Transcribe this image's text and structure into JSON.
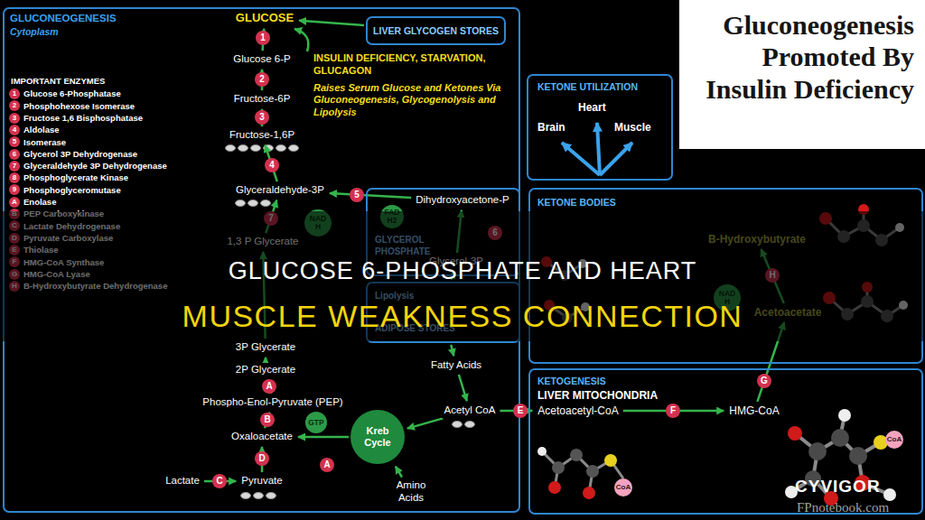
{
  "diagram": {
    "nodes": [
      {
        "text": [
          "GLUCONEOGENESIS",
          "Cytoplasm"
        ]
      },
      {
        "text": [
          "GLUCOSE"
        ],
        "in": 0
      },
      {
        "text": [
          "LIVER GLYCOGEN STORES"
        ],
        "in": 0
      },
      {
        "text": [
          "Glucose 6-P"
        ],
        "in": 0
      },
      {
        "text": [
          "Fructose-6P"
        ],
        "in": 0
      },
      {
        "text": [
          "Fructose-1,6P"
        ],
        "in": 0
      },
      {
        "text": [
          "Glyceraldehyde-3P"
        ],
        "in": 0
      },
      {
        "text": [
          "1,3 P Glycerate"
        ],
        "in": 0
      },
      {
        "text": [
          "3P Glycerate"
        ],
        "in": 0
      },
      {
        "text": [
          "2P Glycerate"
        ],
        "in": 0
      },
      {
        "text": [
          "Phospho-Enol-Pyruvate (PEP)"
        ],
        "in": 0
      },
      {
        "text": [
          "Oxaloacetate"
        ],
        "in": 0
      },
      {
        "text": [
          "Pyruvate"
        ],
        "in": 0
      },
      {
        "text": [
          "Lactate"
        ],
        "in": 0
      },
      {
        "text": [
          "NAD H"
        ],
        "in": 0
      },
      {
        "text": [
          "GTP"
        ],
        "in": 0
      },
      {
        "text": [
          "Kreb Cycle"
        ],
        "in": 0
      },
      {
        "text": [
          "Acetyl CoA"
        ],
        "in": 0
      },
      {
        "text": [
          "Amino Acids"
        ],
        "in": 0
      },
      {
        "text": [
          "Fatty Acids"
        ],
        "in": 0
      },
      {
        "text": [
          "GLYCEROL PHOSPHATE"
        ],
        "in": 0
      },
      {
        "text": [
          "Dihydroxyacetone-P"
        ],
        "in": 20
      },
      {
        "text": [
          "FAD H2"
        ],
        "in": 20
      },
      {
        "text": [
          "Glycerol-3P"
        ],
        "in": 20
      },
      {
        "text": [
          "Lipolysis",
          "ADIPOSE STORES"
        ],
        "in": 0
      },
      {
        "text": [
          "1"
        ],
        "in": 0
      },
      {
        "text": [
          "2"
        ],
        "in": 0
      },
      {
        "text": [
          "3"
        ],
        "in": 0
      },
      {
        "text": [
          "4"
        ],
        "in": 0
      },
      {
        "text": [
          "5"
        ],
        "in": 0
      },
      {
        "text": [
          "7"
        ],
        "in": 0
      },
      {
        "text": [
          "6"
        ],
        "in": 20
      },
      {
        "text": [
          "A"
        ],
        "in": 0
      },
      {
        "text": [
          "B"
        ],
        "in": 0
      },
      {
        "text": [
          "D"
        ],
        "in": 0
      },
      {
        "text": [
          "C"
        ],
        "in": 0
      },
      {
        "text": [
          "A"
        ],
        "in": 0
      },
      {
        "text": [
          "1"
        ],
        "in": 0
      },
      {
        "text": [
          "2"
        ],
        "in": 0
      },
      {
        "text": [
          "3"
        ],
        "in": 0
      },
      {
        "text": [
          "4"
        ],
        "in": 0
      },
      {
        "text": [
          "5"
        ],
        "in": 0
      },
      {
        "text": [
          "6"
        ],
        "in": 0
      },
      {
        "text": [
          "7"
        ],
        "in": 0
      },
      {
        "text": [
          "8"
        ],
        "in": 0
      },
      {
        "text": [
          "9"
        ],
        "in": 0
      },
      {
        "text": [
          "A"
        ],
        "in": 0
      },
      {
        "text": [
          "B"
        ],
        "in": 0
      },
      {
        "text": [
          "C"
        ],
        "in": 0
      },
      {
        "text": [
          "D"
        ],
        "in": 0
      },
      {
        "text": [
          "E"
        ],
        "in": 0
      },
      {
        "text": [
          "F"
        ],
        "in": 0
      },
      {
        "text": [
          "G"
        ],
        "in": 0
      },
      {
        "text": [
          "H"
        ],
        "in": 0
      },
      {
        "text": [
          "E"
        ]
      },
      {
        "text": [
          "KETONE UTILIZATION",
          "Heart",
          "Brain",
          "Muscle"
        ]
      },
      {
        "text": [
          "KETONE BODIES"
        ]
      },
      {
        "text": [
          "B-Hydroxybutyrate"
        ],
        "in": 56
      },
      {
        "text": [
          "Acetoacetate"
        ],
        "in": 56
      },
      {
        "text": [
          "NAD H"
        ],
        "in": 56
      },
      {
        "text": [
          "H"
        ],
        "in": 56
      },
      {
        "text": [
          "KETOGENESIS",
          "LIVER MITOCHONDRIA"
        ]
      },
      {
        "text": [
          "Acetoacetyl-CoA"
        ],
        "in": 61
      },
      {
        "text": [
          "HMG-CoA"
        ],
        "in": 61
      },
      {
        "text": [
          "F"
        ],
        "in": 61
      },
      {
        "text": [
          "G"
        ],
        "in": 61
      },
      {
        "text": [
          "CoA"
        ],
        "in": 61
      },
      {
        "text": [
          "CoA"
        ],
        "in": 61
      },
      {
        "text": [
          "Gluconeogenesis Promoted By Insulin Deficiency"
        ]
      }
    ],
    "edges": [
      {
        "from": 2,
        "to": 1,
        "arrow": "to"
      },
      {
        "from": 3,
        "to": 1,
        "arrow": "to"
      },
      {
        "from": 4,
        "to": 3,
        "arrow": "to"
      },
      {
        "from": 5,
        "to": 4,
        "arrow": "to"
      },
      {
        "from": 6,
        "to": 5,
        "arrow": "to"
      },
      {
        "from": 21,
        "to": 6,
        "arrow": "to"
      },
      {
        "from": 23,
        "to": 21,
        "arrow": "to"
      },
      {
        "from": 24,
        "to": 23,
        "arrow": "to"
      },
      {
        "from": 24,
        "to": 19,
        "arrow": "to"
      },
      {
        "from": 7,
        "to": 6,
        "arrow": "to"
      },
      {
        "from": 8,
        "to": 7,
        "arrow": "to"
      },
      {
        "from": 9,
        "to": 8,
        "arrow": "to"
      },
      {
        "from": 10,
        "to": 9,
        "arrow": "to"
      },
      {
        "from": 11,
        "to": 10,
        "arrow": "to"
      },
      {
        "from": 12,
        "to": 11,
        "arrow": "to"
      },
      {
        "from": 13,
        "to": 12,
        "arrow": "to"
      },
      {
        "from": 19,
        "to": 17,
        "arrow": "to"
      },
      {
        "from": 17,
        "to": 16,
        "arrow": "to"
      },
      {
        "from": 18,
        "to": 16,
        "arrow": "to"
      },
      {
        "from": 16,
        "to": 11,
        "arrow": "to"
      },
      {
        "from": 17,
        "to": 62,
        "arrow": "to"
      },
      {
        "from": 62,
        "to": 63,
        "arrow": "to"
      },
      {
        "from": 63,
        "to": 58,
        "arrow": "to"
      },
      {
        "from": 58,
        "to": 57,
        "arrow": "to"
      }
    ],
    "labels": [
      "IMPORTANT ENZYMES",
      "Glucose 6-Phosphatase",
      "Phosphohexose Isomerase",
      "Fructose 1,6 Bisphosphatase",
      "Aldolase",
      "Isomerase",
      "Glycerol 3P Dehydrogenase",
      "Glyceraldehyde 3P Dehydrogenase",
      "Phosphoglycerate Kinase",
      "Phosphoglyceromutase",
      "Enolase",
      "PEP Carboxykinase",
      "Lactate Dehydrogenase",
      "Pyruvate Carboxylase",
      "Thiolase",
      "HMG-CoA Synthase",
      "HMG-CoA Lyase",
      "B-Hydroxybutyrate Dehydrogenase",
      "INSULIN DEFICIENCY, STARVATION, GLUCAGON",
      "Raises Serum Glucose and Ketones Via Gluconeogenesis, Glycogenolysis and Lipolysis",
      "GLUCOSE 6-PHOSPHATE AND HEART",
      "MUSCLE WEAKNESS CONNECTION",
      "CYVIGOR",
      "FPnotebook.com"
    ]
  }
}
